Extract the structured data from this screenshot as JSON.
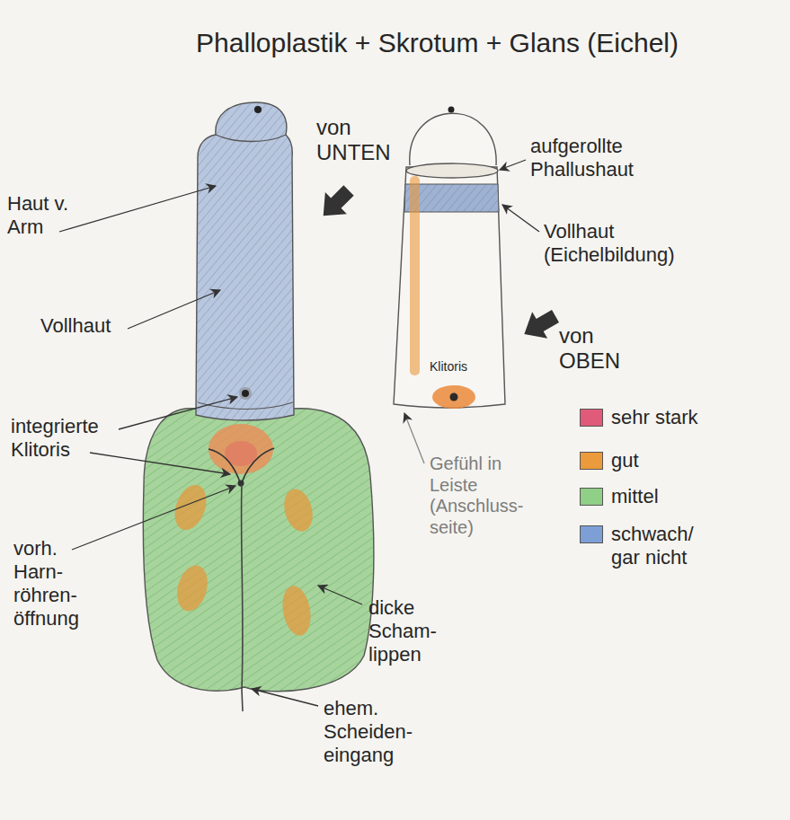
{
  "diagram": {
    "title": "Phalloplastik + Skrotum + Glans (Eichel)",
    "labels": [
      "von UNTEN",
      "Haut v. Arm",
      "Vollhaut",
      "integrierte Klitoris",
      "vorh. Harn- röhren- öffnung",
      "dicke Scham- lippen",
      "ehem. Scheiden- eingang",
      "aufgerollte Phallushaut",
      "Vollhaut (Eichelbildung)",
      "von OBEN",
      "Klitoris",
      "Gefühl in Leiste (Anschluss- seite)"
    ],
    "legend": [
      {
        "text": "sehr stark",
        "color": "#e05a7a"
      },
      {
        "text": "gut",
        "color": "#eb9a3c"
      },
      {
        "text": "mittel",
        "color": "#8fcf86"
      },
      {
        "text": "schwach/ gar nicht",
        "color": "#7d9fd6"
      }
    ]
  }
}
